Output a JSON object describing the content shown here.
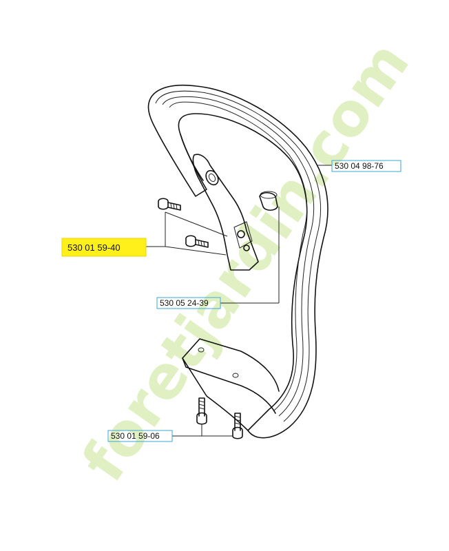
{
  "parts": [
    {
      "id": "bar",
      "number": "530 04 98-76",
      "highlight": false
    },
    {
      "id": "screw-upper",
      "number": "530 01 59-40",
      "highlight": true
    },
    {
      "id": "bracket",
      "number": "530 05 24-39",
      "highlight": false
    },
    {
      "id": "screw-lower",
      "number": "530 01 59-06",
      "highlight": false
    }
  ],
  "watermark": {
    "text": "foretjardin.com",
    "color_light": "#d7ecb0",
    "color_dark": "#c7d18a"
  },
  "colors": {
    "label_border": "#3aa7d8",
    "highlight": "#ffef1a",
    "ink": "#111111"
  }
}
